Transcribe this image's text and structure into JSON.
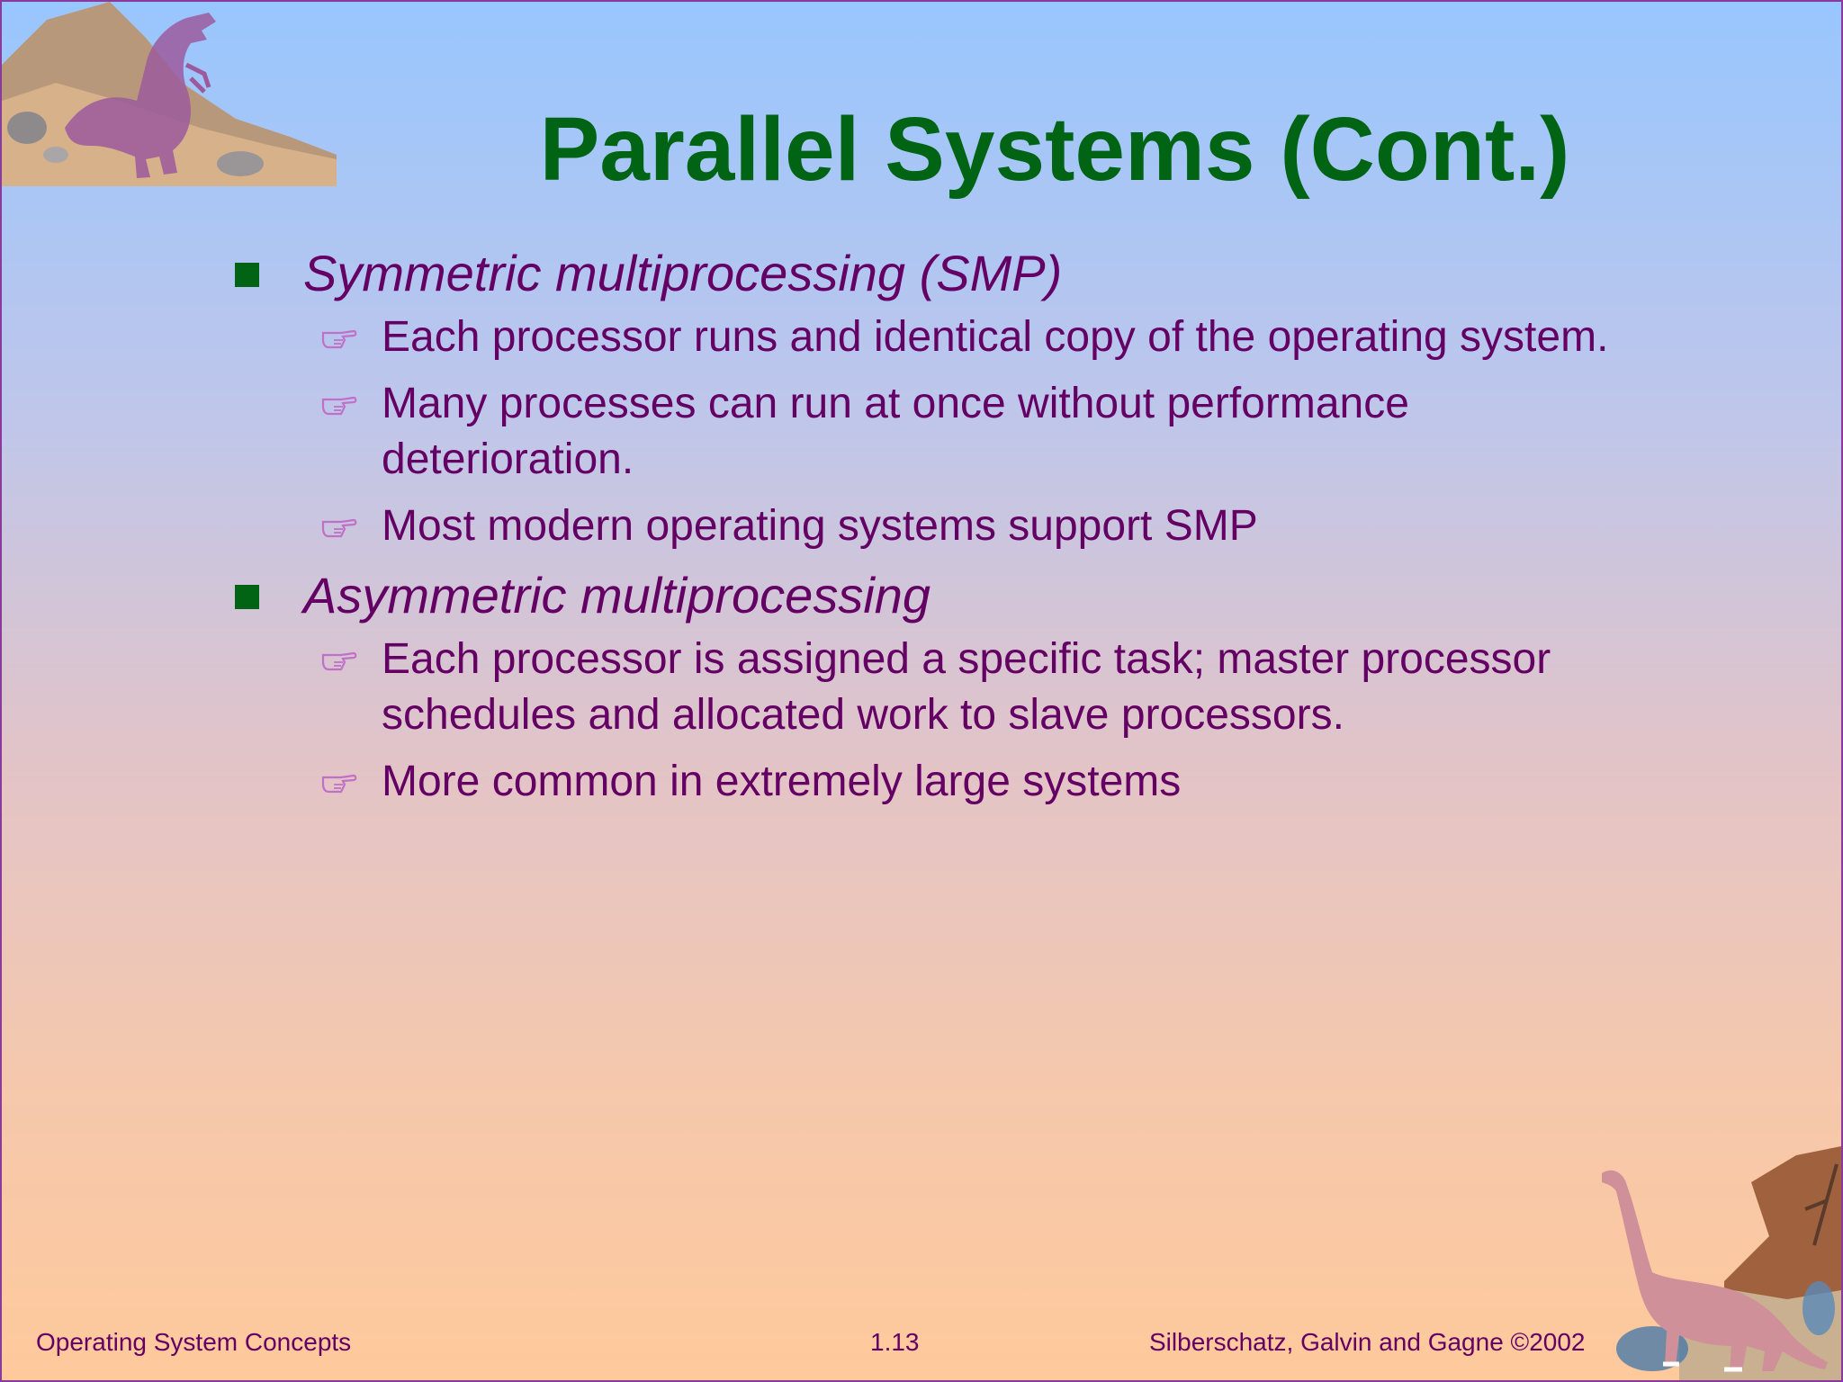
{
  "slide": {
    "title": "Parallel Systems (Cont.)",
    "bullets": [
      {
        "text": "Symmetric multiprocessing (SMP)",
        "sub": [
          "Each processor runs and identical copy of the operating system.",
          "Many processes can run at once without performance deterioration.",
          "Most modern operating systems support SMP"
        ]
      },
      {
        "text": "Asymmetric multiprocessing",
        "sub": [
          "Each processor is assigned a specific task; master processor schedules and allocated work to slave processors.",
          "More common in extremely large systems"
        ]
      }
    ]
  },
  "footer": {
    "left": "Operating System Concepts",
    "center": "1.13",
    "right": "Silberschatz, Galvin and  Gagne ©2002"
  },
  "icons": {
    "top_art": "t-rex-dinosaur-icon",
    "bottom_art": "brontosaurus-dinosaur-icon",
    "level1_bullet": "square-bullet-icon",
    "level2_bullet": "pointing-hand-icon"
  },
  "colors": {
    "title": "#006414",
    "text": "#640064",
    "bullet": "#006414",
    "hand": "#c070c8",
    "border": "#8a3a9a"
  }
}
